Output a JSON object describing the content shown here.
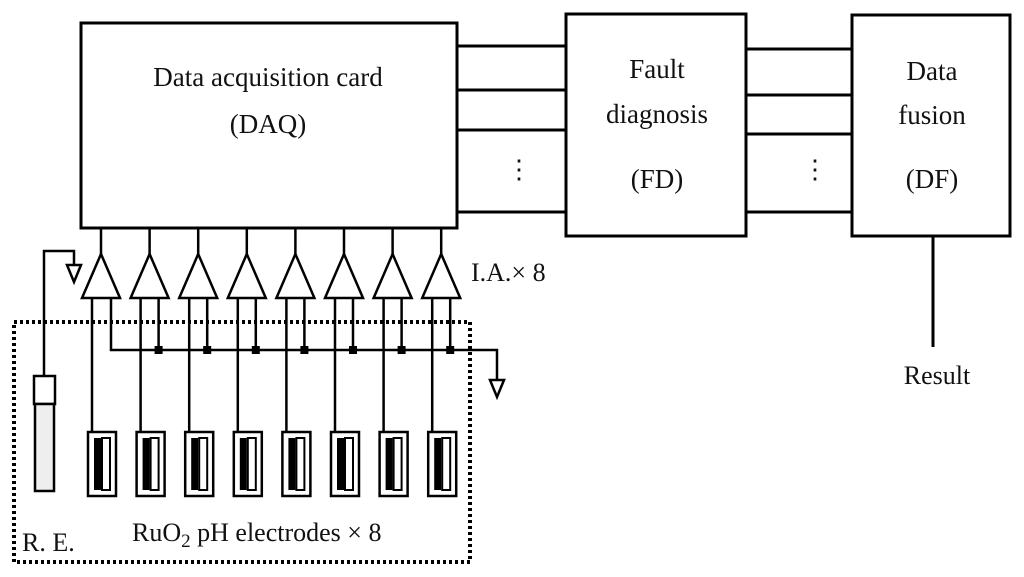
{
  "daq": {
    "line1": "Data acquisition card",
    "line2": "(DAQ)"
  },
  "fd": {
    "line1": "Fault",
    "line2": "diagnosis",
    "line3": "(FD)"
  },
  "df": {
    "line1": "Data",
    "line2": "fusion",
    "line3": "(DF)"
  },
  "result": "Result",
  "ia_label": "I.A.× 8",
  "re_label": "R. E.",
  "electrodes_label_prefix": "RuO",
  "electrodes_label_sub": "2",
  "electrodes_label_suffix": " pH electrodes × 8",
  "ellipsis": "⋮",
  "channel_count": 8
}
